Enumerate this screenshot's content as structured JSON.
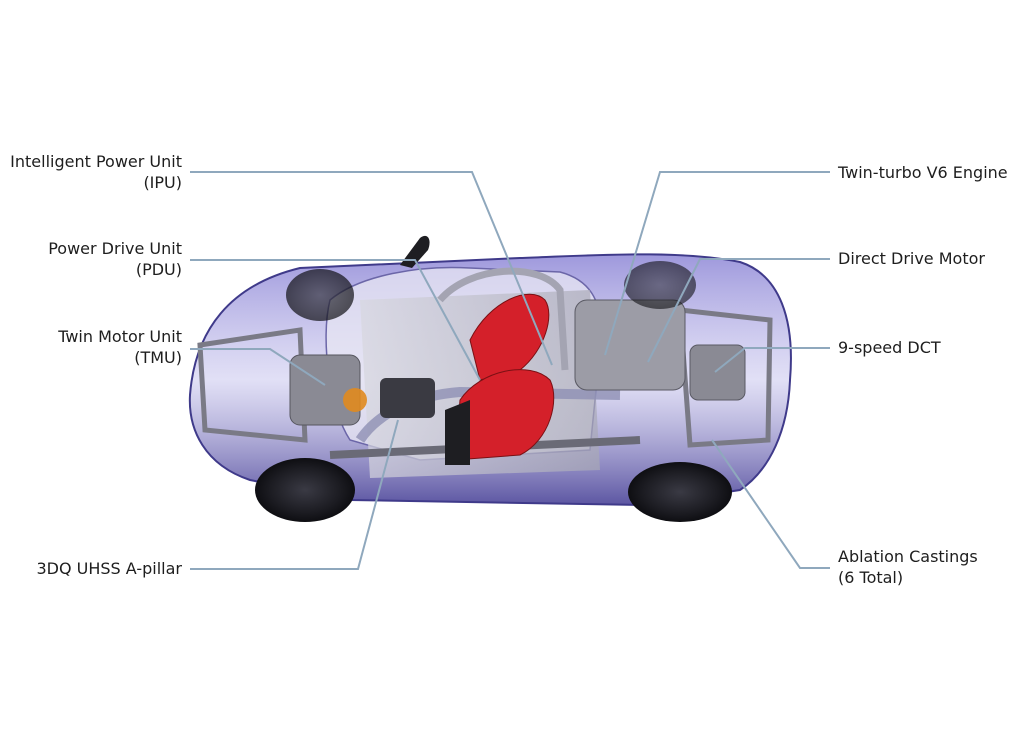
{
  "callouts": {
    "ipu": {
      "line1": "Intelligent Power Unit",
      "line2": "(IPU)"
    },
    "pdu": {
      "line1": "Power Drive Unit",
      "line2": "(PDU)"
    },
    "tmu": {
      "line1": "Twin Motor Unit",
      "line2": "(TMU)"
    },
    "apillar": {
      "line1": "3DQ UHSS A-pillar"
    },
    "v6": {
      "line1": "Twin-turbo V6 Engine"
    },
    "ddm": {
      "line1": "Direct Drive Motor"
    },
    "dct": {
      "line1": "9-speed DCT"
    },
    "castings": {
      "line1": "Ablation Castings",
      "line2": "(6 Total)"
    }
  },
  "colors": {
    "leader": "#8fa8bd",
    "body_tint": "#5a52b8",
    "seat": "#d4202a",
    "tire": "#1e1e24",
    "motor_accent": "#e08a1e"
  }
}
